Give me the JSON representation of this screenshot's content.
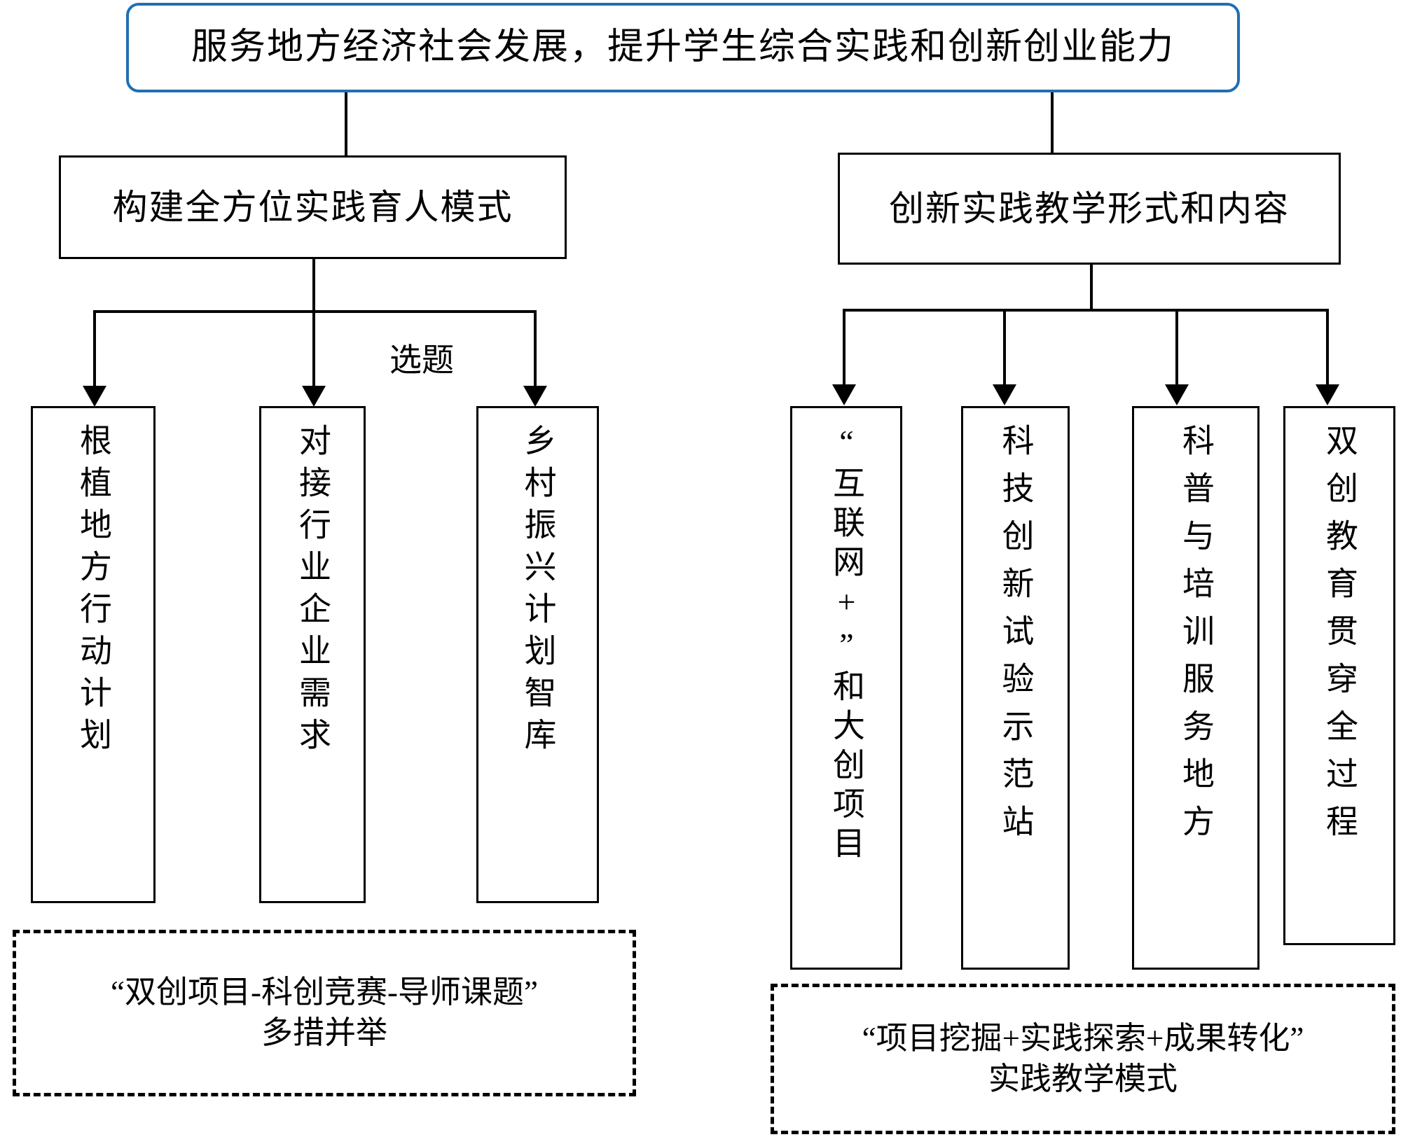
{
  "diagram": {
    "type": "flowchart",
    "title_box": {
      "text": "服务地方经济社会发展，提升学生综合实践和创新创业能力",
      "border_color": "#1f6fb4"
    },
    "branches": [
      {
        "id": "left",
        "heading": "构建全方位实践育人模式",
        "edge_label": "选题",
        "children": [
          "根植地方行动计划",
          "对接行业企业需求",
          "乡村振兴计划智库"
        ],
        "footer": {
          "line1": "“双创项目-科创竞赛-导师课题”",
          "line2": "多措并举"
        }
      },
      {
        "id": "right",
        "heading": "创新实践教学形式和内容",
        "edge_label": "",
        "children": [
          "“互联网+”和大创项目",
          "科技创新试验示范站",
          "科普与培训服务地方",
          "双创教育贯穿全过程"
        ],
        "footer": {
          "line1": "“项目挖掘+实践探索+成果转化”",
          "line2": "实践教学模式"
        }
      }
    ],
    "colors": {
      "accent": "#1f6fb4",
      "line": "#000000",
      "background": "#ffffff"
    }
  }
}
